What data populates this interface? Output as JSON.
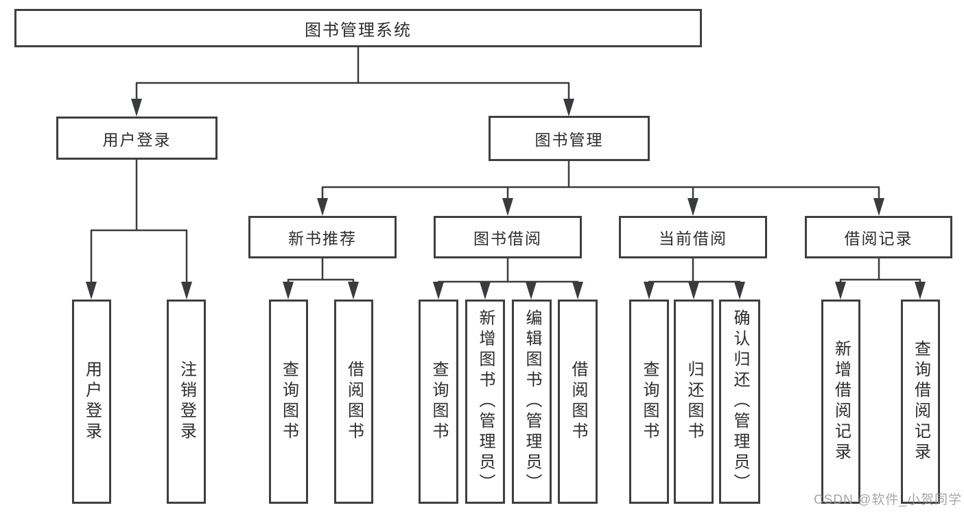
{
  "diagram": {
    "root": {
      "label": "图书管理系统"
    },
    "branches": [
      {
        "label": "用户登录",
        "children": [
          {
            "label": "用户登录"
          },
          {
            "label": "注销登录"
          }
        ]
      },
      {
        "label": "图书管理",
        "groups": [
          {
            "label": "新书推荐",
            "children": [
              {
                "label": "查询图书"
              },
              {
                "label": "借阅图书"
              }
            ]
          },
          {
            "label": "图书借阅",
            "children": [
              {
                "label": "查询图书"
              },
              {
                "label": "新增图书（管理员）"
              },
              {
                "label": "编辑图书（管理员）"
              },
              {
                "label": "借阅图书"
              }
            ]
          },
          {
            "label": "当前借阅",
            "children": [
              {
                "label": "查询图书"
              },
              {
                "label": "归还图书"
              },
              {
                "label": "确认归还（管理员）"
              }
            ]
          },
          {
            "label": "借阅记录",
            "children": [
              {
                "label": "新增借阅记录"
              },
              {
                "label": "查询借阅记录"
              }
            ]
          }
        ]
      }
    ],
    "watermark": "CSDN @软件_小贺同学",
    "colors": {
      "line": "#3a3b3d",
      "box_border": "#3e3f42",
      "text": "#2c2c2e",
      "watermark": "#969696",
      "background": "#ffffff"
    }
  }
}
